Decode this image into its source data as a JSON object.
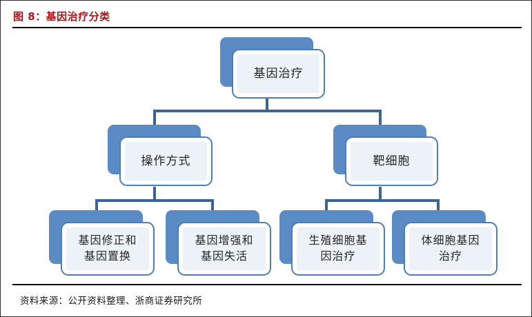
{
  "figure": {
    "title": "图 8：基因治疗分类",
    "source": "资料来源：公开资料整理、浙商证券研究所",
    "title_color": "#b01217",
    "rule_color": "#000000"
  },
  "palette": {
    "node_shadow": "#5b8bc4",
    "node_border": "#4a7dba",
    "node_face": "#ffffff",
    "node_inner": "#edf1f8",
    "connector": "#3b6394",
    "text": "#262626"
  },
  "chart_data": {
    "type": "diagram",
    "title": "图 8：基因治疗分类",
    "layout": "top-down-tree",
    "nodes": [
      {
        "id": "root",
        "label": "基因治疗",
        "level": 1,
        "parent": null
      },
      {
        "id": "method",
        "label": "操作方式",
        "level": 2,
        "parent": "root"
      },
      {
        "id": "target",
        "label": "靶细胞",
        "level": 2,
        "parent": "root"
      },
      {
        "id": "correct",
        "label": "基因修正和\n基因置换",
        "level": 3,
        "parent": "method"
      },
      {
        "id": "augment",
        "label": "基因增强和\n基因失活",
        "level": 3,
        "parent": "method"
      },
      {
        "id": "germline",
        "label": "生殖细胞基\n因治疗",
        "level": 3,
        "parent": "target"
      },
      {
        "id": "somatic",
        "label": "体细胞基因\n治疗",
        "level": 3,
        "parent": "target"
      }
    ],
    "edges": [
      {
        "from": "root",
        "to": "method"
      },
      {
        "from": "root",
        "to": "target"
      },
      {
        "from": "method",
        "to": "correct"
      },
      {
        "from": "method",
        "to": "augment"
      },
      {
        "from": "target",
        "to": "germline"
      },
      {
        "from": "target",
        "to": "somatic"
      }
    ]
  }
}
